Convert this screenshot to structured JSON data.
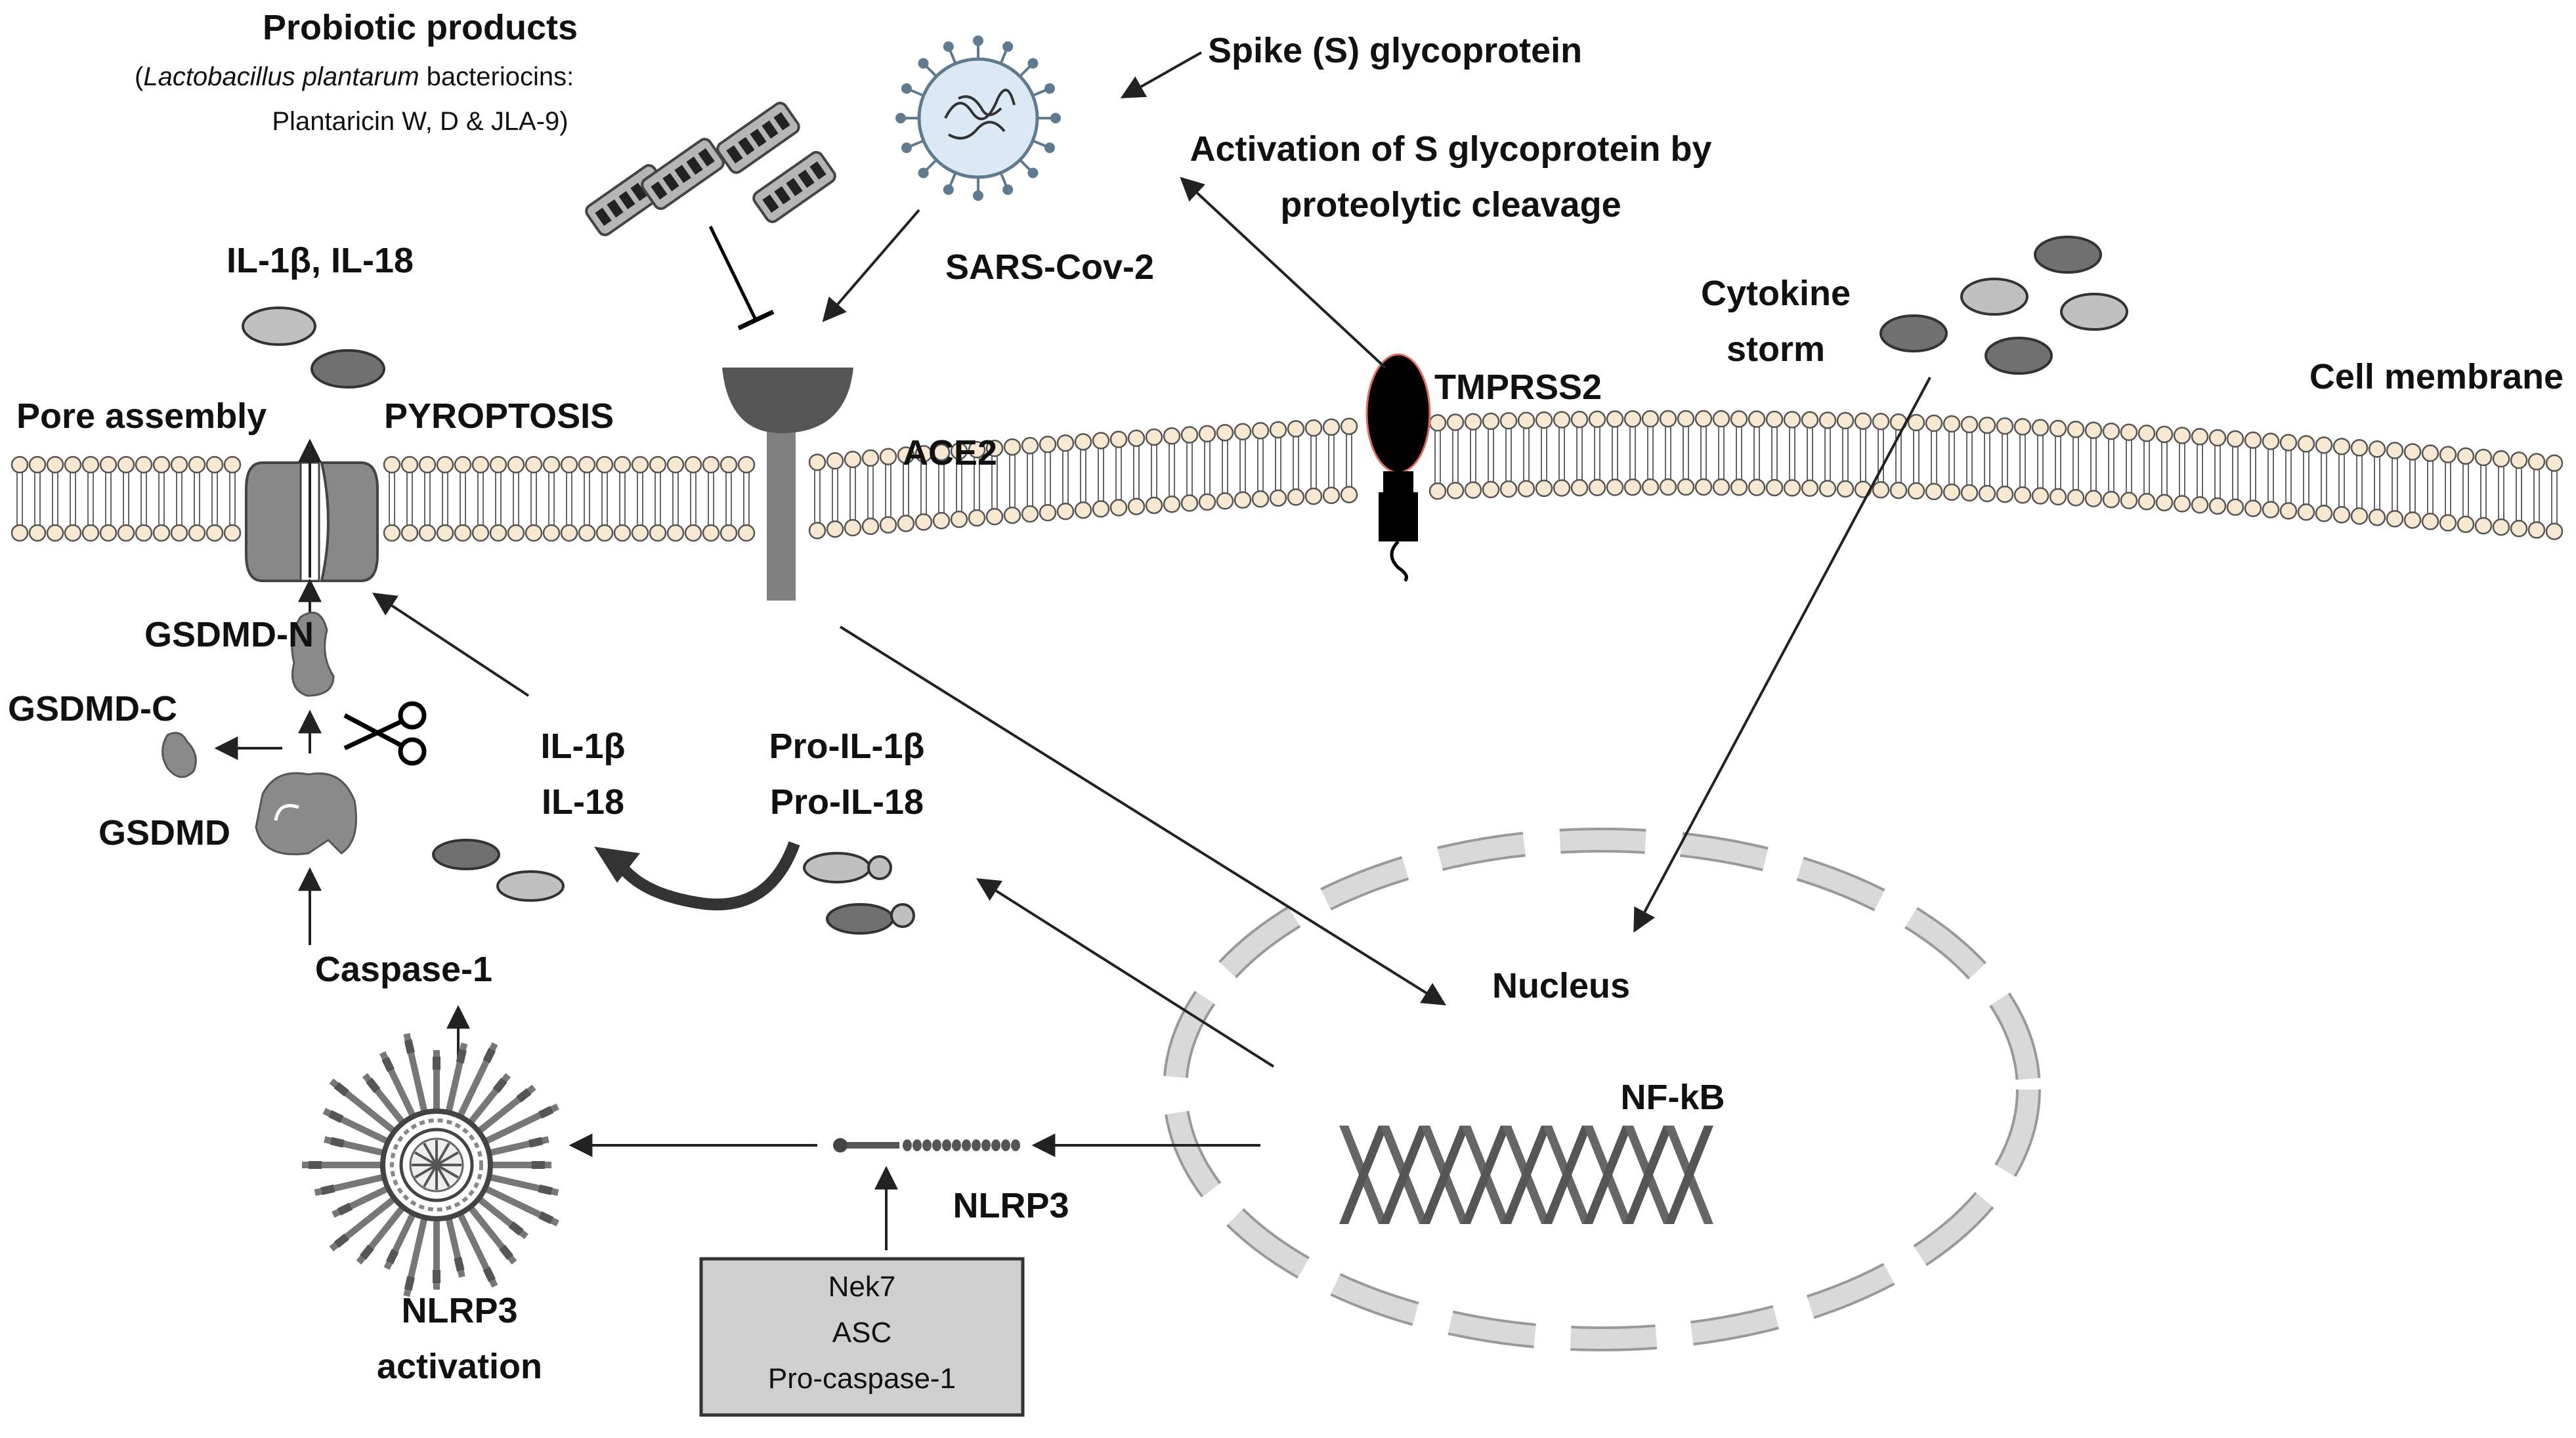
{
  "labels": {
    "probiotic_title": "Probiotic products",
    "probiotic_line1_species": "Lactobacillus plantarum",
    "probiotic_line1_rest": " bacteriocins:",
    "probiotic_line1_open": "(",
    "probiotic_line2": "Plantaricin W, D & JLA-9)",
    "spike": "Spike (S) glycoprotein",
    "activation_line1": "Activation of S glycoprotein by",
    "activation_line2": "proteolytic cleavage",
    "sars": "SARS-Cov-2",
    "il_top": "IL-1β, IL-18",
    "pore": "Pore assembly",
    "pyroptosis": "PYROPTOSIS",
    "ace2": "ACE2",
    "tmprss2": "TMPRSS2",
    "cytokine_line1": "Cytokine",
    "cytokine_line2": "storm",
    "cell_membrane": "Cell membrane",
    "gsdmd_n": "GSDMD-N",
    "gsdmd_c": "GSDMD-C",
    "gsdmd": "GSDMD",
    "il1b": "IL-1β",
    "il18": "IL-18",
    "pro_il1b": "Pro-IL-1β",
    "pro_il18": "Pro-IL-18",
    "caspase1": "Caspase-1",
    "nucleus": "Nucleus",
    "nfkb": "NF-kB",
    "nlrp3": "NLRP3",
    "nlrp3_activation_line1": "NLRP3",
    "nlrp3_activation_line2": "activation"
  },
  "complex_box": {
    "lines": [
      "Nek7",
      "ASC",
      "Pro-caspase-1"
    ]
  },
  "icons": [
    "virus-icon",
    "bacteriocin-icon",
    "scissors-icon",
    "ace2-receptor-icon",
    "tmprss2-protease-icon",
    "inflammasome-icon",
    "dna-helix-icon",
    "pore-icon"
  ]
}
